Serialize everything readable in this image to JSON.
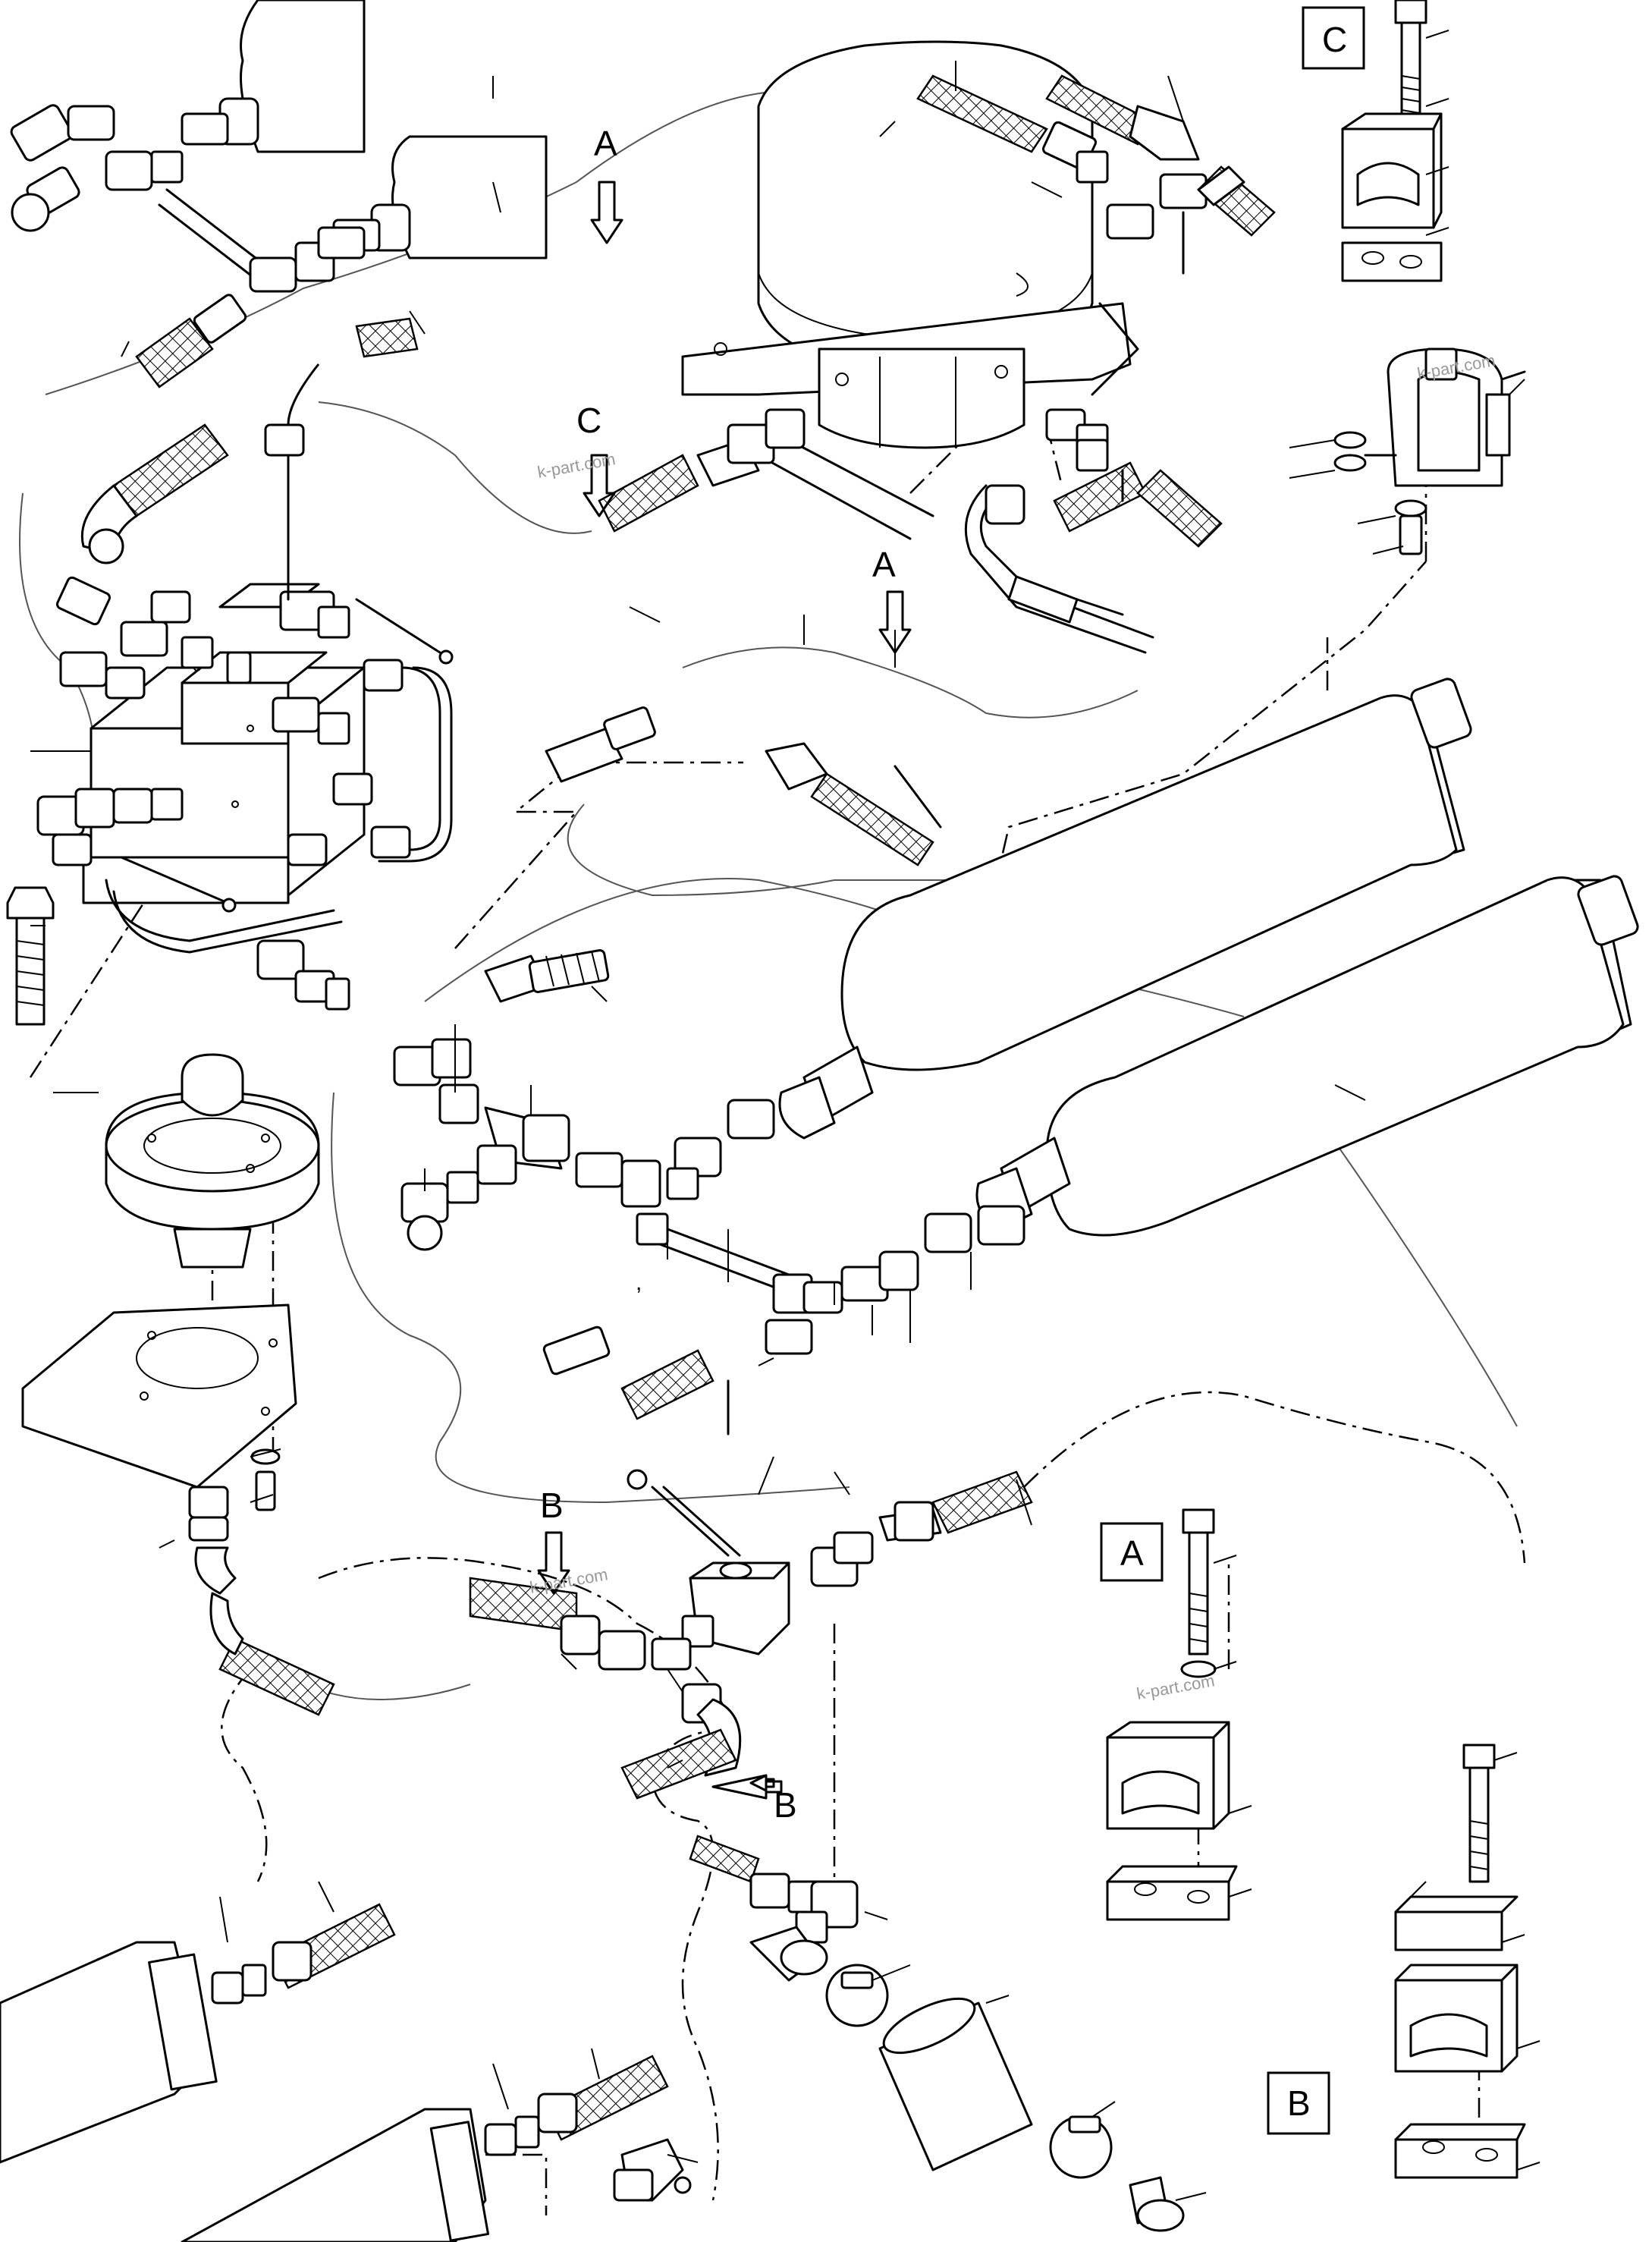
{
  "diagram": {
    "callouts": [
      {
        "id": "callout-a-top",
        "text": "A"
      },
      {
        "id": "callout-c-mid",
        "text": "C"
      },
      {
        "id": "callout-a-mid",
        "text": "A"
      },
      {
        "id": "callout-b-lower",
        "text": "B"
      },
      {
        "id": "callout-b-right",
        "text": "B"
      }
    ],
    "detail_boxes": [
      {
        "id": "detail-c",
        "text": "C"
      },
      {
        "id": "detail-a",
        "text": "A"
      },
      {
        "id": "detail-b",
        "text": "B"
      }
    ],
    "watermarks": [
      "k-part.com",
      "k-part.com",
      "k-part.com",
      "k-part.com"
    ],
    "stray_mark": ","
  }
}
